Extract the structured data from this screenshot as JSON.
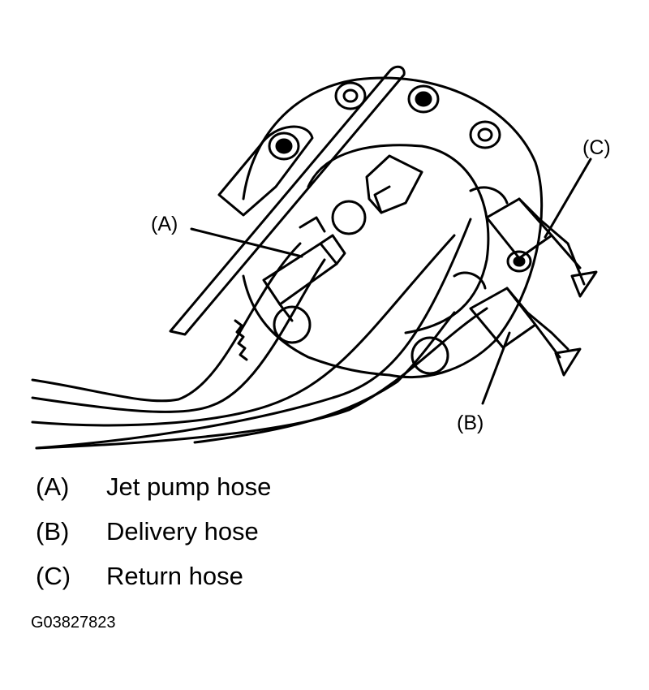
{
  "callouts": {
    "a": "(A)",
    "b": "(B)",
    "c": "(C)"
  },
  "legend": [
    {
      "key": "(A)",
      "text": "Jet pump hose"
    },
    {
      "key": "(B)",
      "text": "Delivery hose"
    },
    {
      "key": "(C)",
      "text": "Return hose"
    }
  ],
  "figure_code": "G03827823"
}
